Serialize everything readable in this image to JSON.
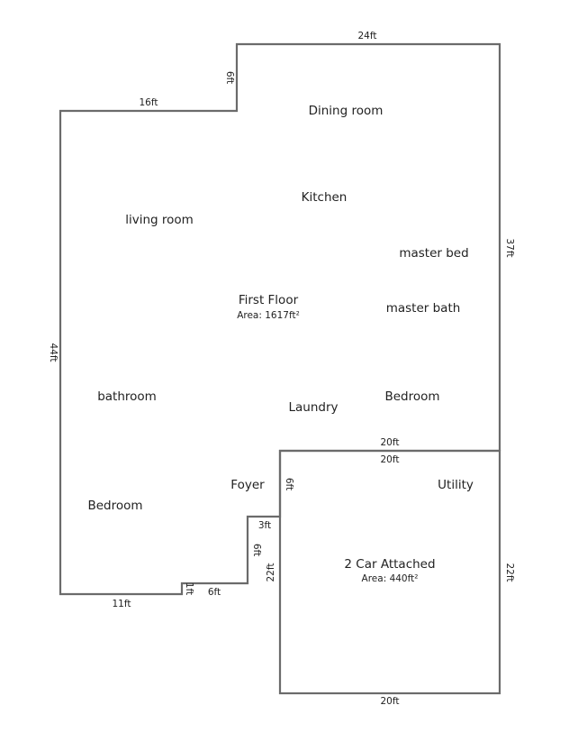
{
  "rooms": {
    "dining_room": "Dining room",
    "kitchen": "Kitchen",
    "living_room": "living room",
    "master_bed": "master bed",
    "master_bath": "master bath",
    "bathroom": "bathroom",
    "laundry": "Laundry",
    "bedroom_right": "Bedroom",
    "bedroom_left": "Bedroom",
    "foyer": "Foyer",
    "utility": "Utility"
  },
  "floors": {
    "first_floor": {
      "name": "First Floor",
      "area": "Area: 1617ft²"
    },
    "garage": {
      "name": "2 Car Attached",
      "area": "Area: 440ft²"
    }
  },
  "dimensions": {
    "top": "24ft",
    "top_step": "6ft",
    "top_left": "16ft",
    "left": "44ft",
    "right": "37ft",
    "garage_top_outer": "20ft",
    "garage_top_inner": "20ft",
    "foyer_step": "6ft",
    "step_3": "3ft",
    "step_6_vertical": "6ft",
    "garage_left": "22ft",
    "garage_right": "22ft",
    "garage_bottom": "20ft",
    "bottom_6": "6ft",
    "bottom_1": "1ft",
    "bottom_11": "11ft"
  }
}
